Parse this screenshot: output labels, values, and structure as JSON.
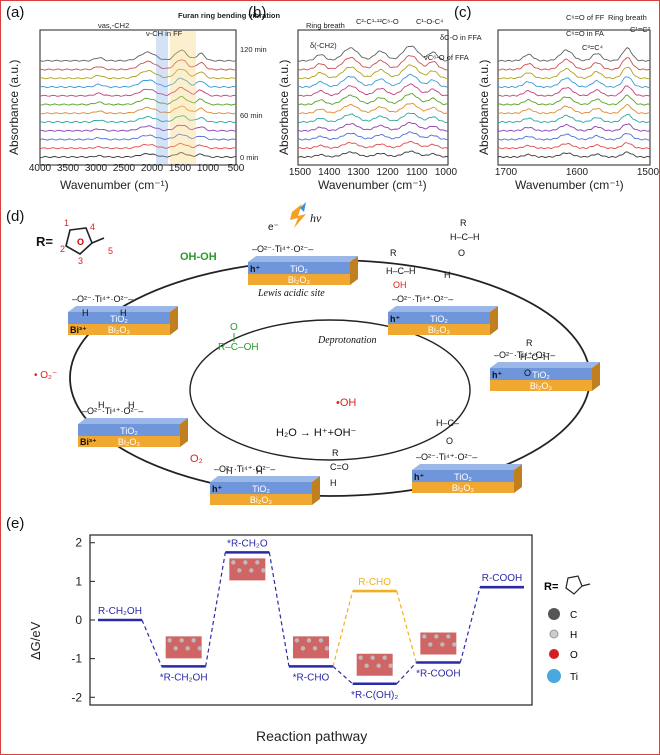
{
  "panels": {
    "a": {
      "label": "(a)",
      "ylabel": "Absorbance (a.u.)",
      "xlabel": "Wavenumber (cm⁻¹)",
      "ticks": [
        "4000",
        "3500",
        "3000",
        "2500",
        "2000",
        "1500",
        "1000",
        "500"
      ],
      "annotations": [
        "νas,-CH2",
        "ν-CH in FF",
        "Furan ring bending vibration"
      ],
      "time_labels": [
        "120 min",
        "60 min",
        "0 min"
      ]
    },
    "b": {
      "label": "(b)",
      "ylabel": "Absorbance (a.u.)",
      "xlabel": "Wavenumber (cm⁻¹)",
      "ticks": [
        "1500",
        "1400",
        "1300",
        "1200",
        "1100",
        "1000"
      ],
      "annotations": [
        "Ring breath",
        "δ(-CH2)",
        "C²-C¹-¹²C⁶-O",
        "C¹-O-C⁴",
        "δC-O in FFA",
        "νC⁶-O of FFA"
      ]
    },
    "c": {
      "label": "(c)",
      "ylabel": "Absorbance (a.u.)",
      "xlabel": "Wavenumber (cm⁻¹)",
      "ticks": [
        "1700",
        "1600",
        "1500"
      ],
      "annotations": [
        "C⁶=O of FF",
        "C⁶=O in FA",
        "C³=C⁴",
        "Ring breath",
        "C¹=C²"
      ]
    },
    "d": {
      "label": "(d)",
      "r_def": "R=",
      "ring_numbers": [
        "1",
        "2",
        "3",
        "4",
        "5"
      ],
      "electron": "e⁻",
      "hv": "hν",
      "lewis": "Lewis acidic site",
      "oh_oh": "OH-OH",
      "superoxide": "• O₂⁻",
      "o2": "O₂",
      "water": "H₂O → H⁺+OH⁻",
      "oh_rad": "•OH",
      "deprotonation": "Deprotonation",
      "acid": "R–C–OH",
      "tio2": "TiO₂",
      "bi2o3": "Bi₂O₃",
      "hole": "h⁺",
      "bi3": "Bi³⁺"
    },
    "e": {
      "label": "(e)",
      "ylabel": "ΔG/eV",
      "xlabel": "Reaction pathway",
      "legend": {
        "r": "R=",
        "items": [
          "C",
          "H",
          "O",
          "Ti"
        ]
      }
    }
  },
  "chart_data": {
    "type": "line",
    "title": "",
    "xlabel": "Reaction pathway",
    "ylabel": "ΔG/eV",
    "ylim": [
      -2.2,
      2.2
    ],
    "yticks": [
      -2,
      -1,
      0,
      1,
      2
    ],
    "levels": [
      {
        "label": "R-CH₂OH",
        "x": 0,
        "y": 0.0,
        "path": "main"
      },
      {
        "label": "*R-CH₂OH",
        "x": 1,
        "y": -1.2,
        "path": "main"
      },
      {
        "label": "*R-CH₂O",
        "x": 2,
        "y": 1.75,
        "path": "main"
      },
      {
        "label": "*R-CHO",
        "x": 3,
        "y": -1.2,
        "path": "main"
      },
      {
        "label": "*R-C(OH)₂",
        "x": 4,
        "y": -1.65,
        "path": "main"
      },
      {
        "label": "*R-COOH",
        "x": 5,
        "y": -1.1,
        "path": "main"
      },
      {
        "label": "R-COOH",
        "x": 6,
        "y": 0.85,
        "path": "main"
      },
      {
        "label": "R-CHO",
        "x": 4,
        "y": 0.75,
        "path": "alt"
      }
    ],
    "colors": {
      "main": "#2a2aa8",
      "alt": "#f0b020"
    }
  }
}
